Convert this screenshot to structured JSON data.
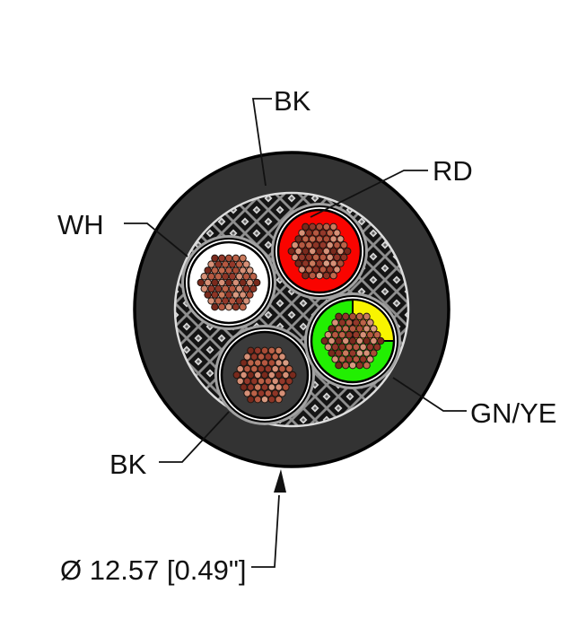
{
  "diagram": {
    "kind": "cable-cross-section",
    "labels": {
      "jacket": {
        "text": "BK"
      },
      "red_conductor": {
        "text": "RD"
      },
      "white_conductor": {
        "text": "WH"
      },
      "green_yellow_conductor": {
        "text": "GN/YE"
      },
      "black_conductor": {
        "text": "BK"
      },
      "outer_diameter": {
        "text": "Ø 12.57 [0.49\"]"
      }
    },
    "conductors": [
      {
        "name": "white",
        "label": "WH"
      },
      {
        "name": "red",
        "label": "RD"
      },
      {
        "name": "black",
        "label": "BK"
      },
      {
        "name": "green-yellow",
        "label": "GN/YE"
      }
    ],
    "colors": {
      "jacket": "#333333",
      "outline": "#000000",
      "braid_base": "#8e8e8e",
      "braid_dark": "#141414",
      "braid_light": "#d6d6d6",
      "braid_dot": "#5f5f5f",
      "halo_gray": "#a2a2a2",
      "ring_white": "#ffffff",
      "conductor_white": "#ffffff",
      "conductor_red": "#fa0400",
      "conductor_black": "#3b3b3b",
      "conductor_green": "#22ef02",
      "conductor_yellow": "#f8f400",
      "line": "#111111",
      "strand_palette": [
        "#7a2a1d",
        "#94382a",
        "#aa4c36",
        "#bc6248",
        "#ca7a5c",
        "#d69077",
        "#c26a4e",
        "#8e3526",
        "#d89b82",
        "#b55841"
      ]
    }
  }
}
